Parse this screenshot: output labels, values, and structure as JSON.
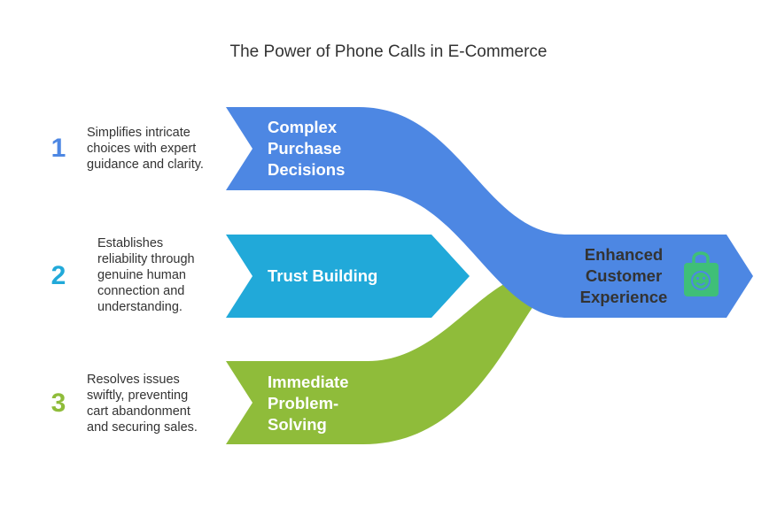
{
  "title": "The Power of Phone Calls in E-Commerce",
  "colors": {
    "blue": "#4d87e3",
    "cyan": "#21a9d9",
    "green": "#8fbc3a",
    "icon": "#3fbf78"
  },
  "items": [
    {
      "number": "1",
      "label_lines": [
        "Complex",
        "Purchase",
        "Decisions"
      ],
      "description_lines": [
        "Simplifies intricate",
        "choices with expert",
        "guidance and clarity."
      ]
    },
    {
      "number": "2",
      "label_lines": [
        "Trust Building"
      ],
      "description_lines": [
        "Establishes",
        "reliability through",
        "genuine human",
        "connection and",
        "understanding."
      ]
    },
    {
      "number": "3",
      "label_lines": [
        "Immediate",
        "Problem-",
        "Solving"
      ],
      "description_lines": [
        "Resolves issues",
        "swiftly, preventing",
        "cart abandonment",
        "and securing sales."
      ]
    }
  ],
  "outcome": {
    "label_lines": [
      "Enhanced",
      "Customer",
      "Experience"
    ],
    "icon": "shopping-bag-smile-icon"
  }
}
